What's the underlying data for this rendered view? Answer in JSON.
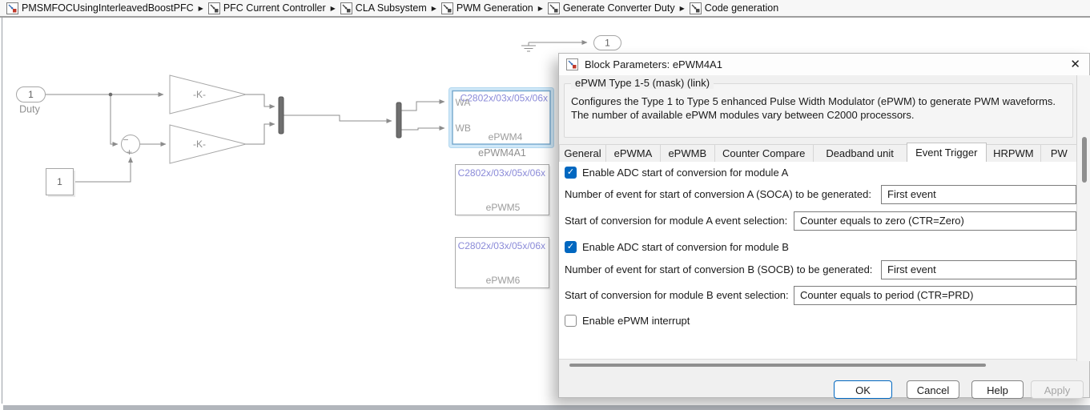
{
  "breadcrumb": {
    "separator": "▶",
    "items": [
      "PMSMFOCUsingInterleavedBoostPFC",
      "PFC Current Controller",
      "CLA Subsystem",
      "PWM Generation",
      "Generate Converter Duty",
      "Code generation"
    ]
  },
  "canvas": {
    "inport_duty": {
      "port": "1",
      "label": "Duty"
    },
    "constant_one": {
      "value": "1"
    },
    "gain_a": {
      "label": "-K-"
    },
    "gain_b": {
      "label": "-K-"
    },
    "sum": {
      "minus": "−",
      "plus": "+"
    },
    "epwm4a1": {
      "chip": "C2802x/03x/05x/06x",
      "port_wa": "WA",
      "port_wb": "WB",
      "name": "ePWM4",
      "label": "ePWM4A1"
    },
    "epwm5": {
      "chip": "C2802x/03x/05x/06x",
      "name": "ePWM5"
    },
    "epwm6": {
      "chip": "C2802x/03x/05x/06x",
      "name": "ePWM6"
    },
    "outport_one": {
      "port": "1"
    }
  },
  "dialog": {
    "title": "Block Parameters: ePWM4A1",
    "close_glyph": "✕",
    "check_glyph": "✓",
    "mask_title": "ePWM Type 1-5 (mask) (link)",
    "description": "Configures the Type 1 to Type 5 enhanced Pulse Width Modulator (ePWM) to generate PWM waveforms. The number of available ePWM modules vary between C2000 processors.",
    "tabs": [
      "General",
      "ePWMA",
      "ePWMB",
      "Counter Compare",
      "Deadband unit",
      "Event Trigger",
      "HRPWM",
      "PW"
    ],
    "active_tab": "Event Trigger",
    "fields": {
      "soc_a_enable": {
        "label": "Enable ADC start of conversion for module A",
        "checked": true
      },
      "soc_a_count": {
        "label": "Number of event for start of conversion A (SOCA) to be generated:",
        "value": "First event"
      },
      "soc_a_event": {
        "label": "Start of conversion for module A event selection:",
        "value": "Counter equals to zero (CTR=Zero)"
      },
      "soc_b_enable": {
        "label": "Enable ADC start of conversion for module B",
        "checked": true
      },
      "soc_b_count": {
        "label": "Number of event for start of conversion B (SOCB) to be generated:",
        "value": "First event"
      },
      "soc_b_event": {
        "label": "Start of conversion for module B event selection:",
        "value": "Counter equals to period (CTR=PRD)"
      },
      "epwm_interrupt_enable": {
        "label": "Enable ePWM interrupt",
        "checked": false
      }
    },
    "buttons": {
      "ok": "OK",
      "cancel": "Cancel",
      "help": "Help",
      "apply": "Apply"
    }
  },
  "colors": {
    "accent": "#0067c0",
    "checkbox_checked": "#0067c0",
    "selection_halo": "#cfe8f8",
    "selection_border": "#74a7cc",
    "chip_text": "#8a8ad8",
    "wire": "#8c8c8c",
    "dialog_bg": "#f0f0f0",
    "scrollbar_thumb": "#8f8f8f"
  }
}
